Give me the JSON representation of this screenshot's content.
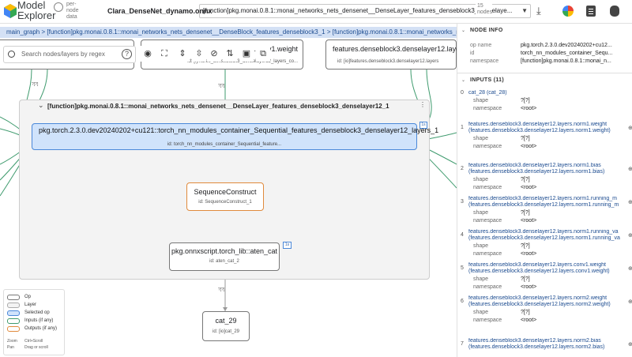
{
  "app": {
    "title_line1": "Model",
    "title_line2": "Explorer",
    "perf_text": "per-\nnode\ndata",
    "filename": "Clara_DenseNet_dynamo.onnx",
    "node_selector": "[function]pkg.monai.0.8.1::monai_networks_nets_densenet__DenseLayer_features_denseblock3_denselaye...",
    "node_count": "15\nnodes"
  },
  "breadcrumb": {
    "text": "main_graph  >  [function]pkg.monai.0.8.1::monai_networks_nets_densenet__DenseBlock_features_denseblock3_1  >  [function]pkg.monai.0.8.1::monai_networks_nets_densenet__..."
  },
  "search": {
    "placeholder": "Search nodes/layers by regex",
    "help": "?"
  },
  "toolbar": {
    "icons": [
      "eye-icon",
      "fit-view-icon",
      "expand-icon",
      "collapse-icon",
      "hide-edges-icon",
      "sort-icon",
      "image-icon",
      "screenshot-icon"
    ]
  },
  "graph": {
    "top_nodes": [
      {
        "name": "",
        "id": ""
      },
      {
        "name": "...onv1.weight",
        "id": "id: [i]...ures_denseblock3_denselayer12_layers_co..."
      },
      {
        "name": "features.denseblock3.denselayer12.layer...",
        "id": "id: [io]features.denseblock3.denselayer12.layers"
      }
    ],
    "edge_labels": [
      "?[?]",
      "?[?]",
      "?[?]",
      "?[?]",
      "?[?]"
    ],
    "layer": {
      "title": "[function]pkg.monai.0.8.1::monai_networks_nets_densenet__DenseLayer_features_denseblock3_denselayer12_1",
      "collapse": "⌄",
      "more": "⋮"
    },
    "sequential": {
      "name": "pkg.torch.2.3.0.dev20240202+cu121::torch_nn_modules_container_Sequential_features_denseblock3_denselayer12_layers_1",
      "id": "id: torch_nn_modules_container_Sequential_feature...",
      "badge": "1s"
    },
    "construct": {
      "name": "SequenceConstruct",
      "id": "id: SequenceConstruct_1"
    },
    "aten": {
      "name": "pkg.onnxscript.torch_lib::aten_cat",
      "id": "id: aten_cat_2",
      "badge": "1s"
    },
    "output": {
      "name": "cat_29",
      "id": "id: [io]cat_29"
    }
  },
  "legend": {
    "items": [
      {
        "label": "Op",
        "bg": "#ffffff",
        "border": "#777777"
      },
      {
        "label": "Layer",
        "bg": "#f3f3f3",
        "border": "#aaaaaa"
      },
      {
        "label": "Selected op",
        "bg": "#d0e3fb",
        "border": "#4a88d9"
      },
      {
        "label": "Inputs (if any)",
        "bg": "#ffffff",
        "border": "#3f9b6e"
      },
      {
        "label": "Outputs (if any)",
        "bg": "#ffffff",
        "border": "#e08a3c"
      }
    ],
    "zoom_k": "Zoom",
    "zoom_v": "Ctrl+Scroll",
    "pan_k": "Pan",
    "pan_v": "Drag or scroll"
  },
  "panel": {
    "node_info": {
      "header": "NODE INFO",
      "rows": [
        {
          "k": "op name",
          "v": "pkg.torch.2.3.0.dev20240202+cu12..."
        },
        {
          "k": "id",
          "v": "torch_nn_modules_container_Sequ..."
        },
        {
          "k": "namespace",
          "v": "[function]pkg.monai.0.8.1::monai_n..."
        }
      ]
    },
    "inputs": {
      "header": "INPUTS (11)",
      "items": [
        {
          "idx": "0",
          "name": "cat_28 (cat_28)",
          "shape": "?[?]",
          "namespace": "<root>"
        },
        {
          "idx": "1",
          "name": "features.denseblock3.denselayer12.layers.norm1.weight\n(features.denseblock3.denselayer12.layers.norm1.weight)",
          "shape": "?[?]",
          "namespace": "<root>"
        },
        {
          "idx": "2",
          "name": "features.denseblock3.denselayer12.layers.norm1.bias\n(features.denseblock3.denselayer12.layers.norm1.bias)",
          "shape": "?[?]",
          "namespace": "<root>"
        },
        {
          "idx": "3",
          "name": "features.denseblock3.denselayer12.layers.norm1.running_m\n(features.denseblock3.denselayer12.layers.norm1.running_m",
          "shape": "?[?]",
          "namespace": "<root>"
        },
        {
          "idx": "4",
          "name": "features.denseblock3.denselayer12.layers.norm1.running_va\n(features.denseblock3.denselayer12.layers.norm1.running_va",
          "shape": "?[?]",
          "namespace": "<root>"
        },
        {
          "idx": "5",
          "name": "features.denseblock3.denselayer12.layers.conv1.weight\n(features.denseblock3.denselayer12.layers.conv1.weight)",
          "shape": "?[?]",
          "namespace": "<root>"
        },
        {
          "idx": "6",
          "name": "features.denseblock3.denselayer12.layers.norm2.weight\n(features.denseblock3.denselayer12.layers.norm2.weight)",
          "shape": "?[?]",
          "namespace": "<root>"
        },
        {
          "idx": "7",
          "name": "features.denseblock3.denselayer12.layers.norm2.bias\n(features.denseblock3.denselayer12.layers.norm2.bias)",
          "shape": "",
          "namespace": ""
        }
      ],
      "shape_key": "shape",
      "namespace_key": "namespace"
    }
  },
  "colors": {
    "accent": "#4a88d9",
    "input_edge": "#3f9b6e",
    "output_edge": "#e08a3c",
    "link": "#1a4a8f"
  }
}
